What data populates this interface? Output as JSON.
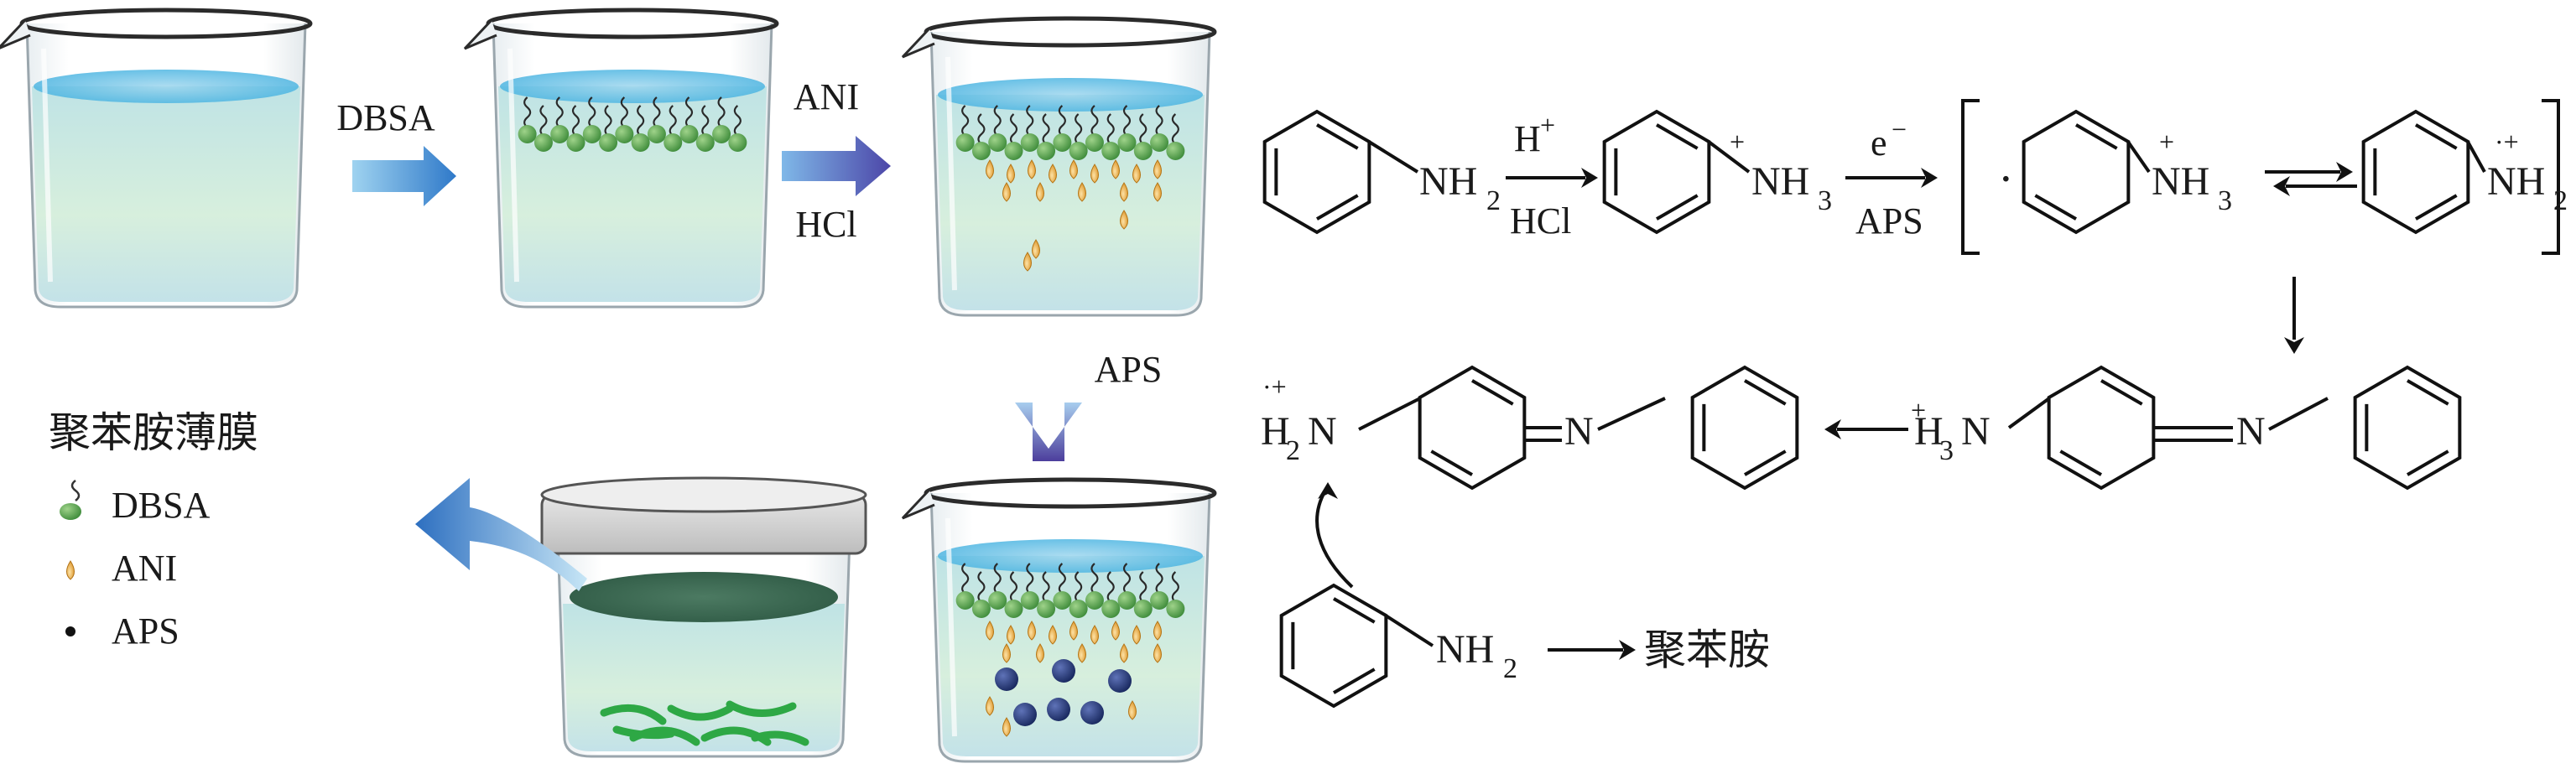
{
  "process": {
    "arrow_1_label": "DBSA",
    "arrow_2_label_top": "ANI",
    "arrow_2_label_bottom": "HCl",
    "arrow_3_label": "APS"
  },
  "legend": {
    "title": "聚苯胺薄膜",
    "items": [
      {
        "symbol": "surfactant-molecule-icon",
        "label": "DBSA"
      },
      {
        "symbol": "droplet-icon",
        "label": "ANI"
      },
      {
        "symbol": "dot-icon",
        "label": "APS"
      }
    ]
  },
  "scheme": {
    "nh2": "NH",
    "sub2": "2",
    "nh3": "NH",
    "sub3": "3",
    "h_plus": "H",
    "plus": "+",
    "hcl": "HCl",
    "e_minus": "e",
    "minus": "−",
    "aps": "APS",
    "radical_dot": "·",
    "radical_cation": "·+",
    "h": "H",
    "n": "N",
    "product": "聚苯胺"
  },
  "colors": {
    "liquid": "#c9e6e3",
    "liquid_top": "#6fc5e6",
    "surfactant_head": "#5aa253",
    "aniline_droplet": "#e3a23a",
    "aps_dot": "#253a78",
    "film_top": "#3f6b55",
    "film_fibers": "#2fa644",
    "arrow_blue": "#3b7fd0",
    "arrow_purple": "#5b4aa6"
  }
}
